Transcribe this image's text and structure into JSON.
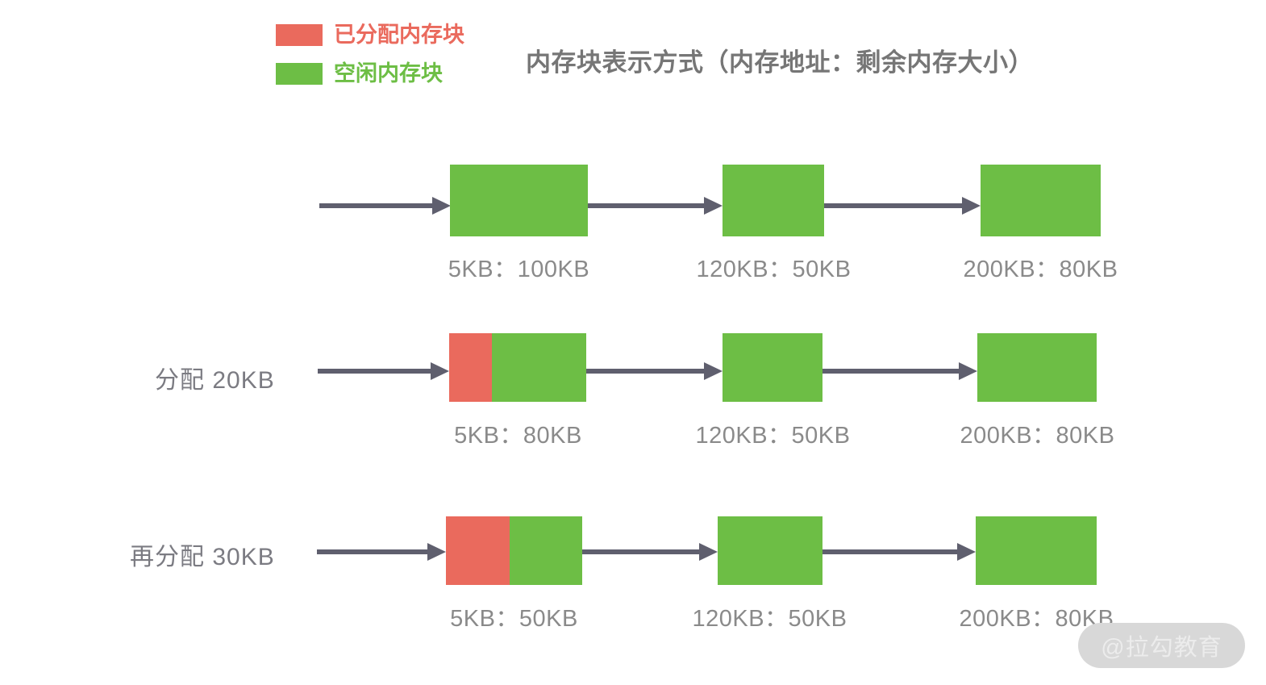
{
  "title": "内存块表示方式（内存地址：剩余内存大小）",
  "legend": [
    {
      "key": "allocated",
      "label": "已分配内存块",
      "color": "#ea6a5d"
    },
    {
      "key": "free",
      "label": "空闲内存块",
      "color": "#6dbe45"
    }
  ],
  "colors": {
    "allocated": "#ea6a5d",
    "free": "#6dbe45",
    "arrow": "#5f5f6e",
    "caption_text": "#8a8a8a",
    "title_text": "#767676",
    "row_label_text": "#7b7b82",
    "background": "#ffffff",
    "watermark_pill": "#d8d8d8",
    "watermark_text": "#ececec"
  },
  "rows": [
    {
      "id": "row-initial",
      "label": "",
      "blocks": [
        {
          "caption": "5KB：100KB",
          "address": "5KB",
          "remaining": "100KB",
          "used_fraction": 0
        },
        {
          "caption": "120KB：50KB",
          "address": "120KB",
          "remaining": "50KB",
          "used_fraction": 0
        },
        {
          "caption": "200KB：80KB",
          "address": "200KB",
          "remaining": "80KB",
          "used_fraction": 0
        }
      ]
    },
    {
      "id": "row-allocate-20kb",
      "label": "分配 20KB",
      "blocks": [
        {
          "caption": "5KB：80KB",
          "address": "5KB",
          "remaining": "80KB",
          "used_fraction": 0.31
        },
        {
          "caption": "120KB：50KB",
          "address": "120KB",
          "remaining": "50KB",
          "used_fraction": 0
        },
        {
          "caption": "200KB：80KB",
          "address": "200KB",
          "remaining": "80KB",
          "used_fraction": 0
        }
      ]
    },
    {
      "id": "row-reallocate-30kb",
      "label": "再分配 30KB",
      "blocks": [
        {
          "caption": "5KB：50KB",
          "address": "5KB",
          "remaining": "50KB",
          "used_fraction": 0.47
        },
        {
          "caption": "120KB：50KB",
          "address": "120KB",
          "remaining": "50KB",
          "used_fraction": 0
        },
        {
          "caption": "200KB：80KB",
          "address": "200KB",
          "remaining": "80KB",
          "used_fraction": 0
        }
      ]
    }
  ],
  "watermark": "@拉勾教育"
}
